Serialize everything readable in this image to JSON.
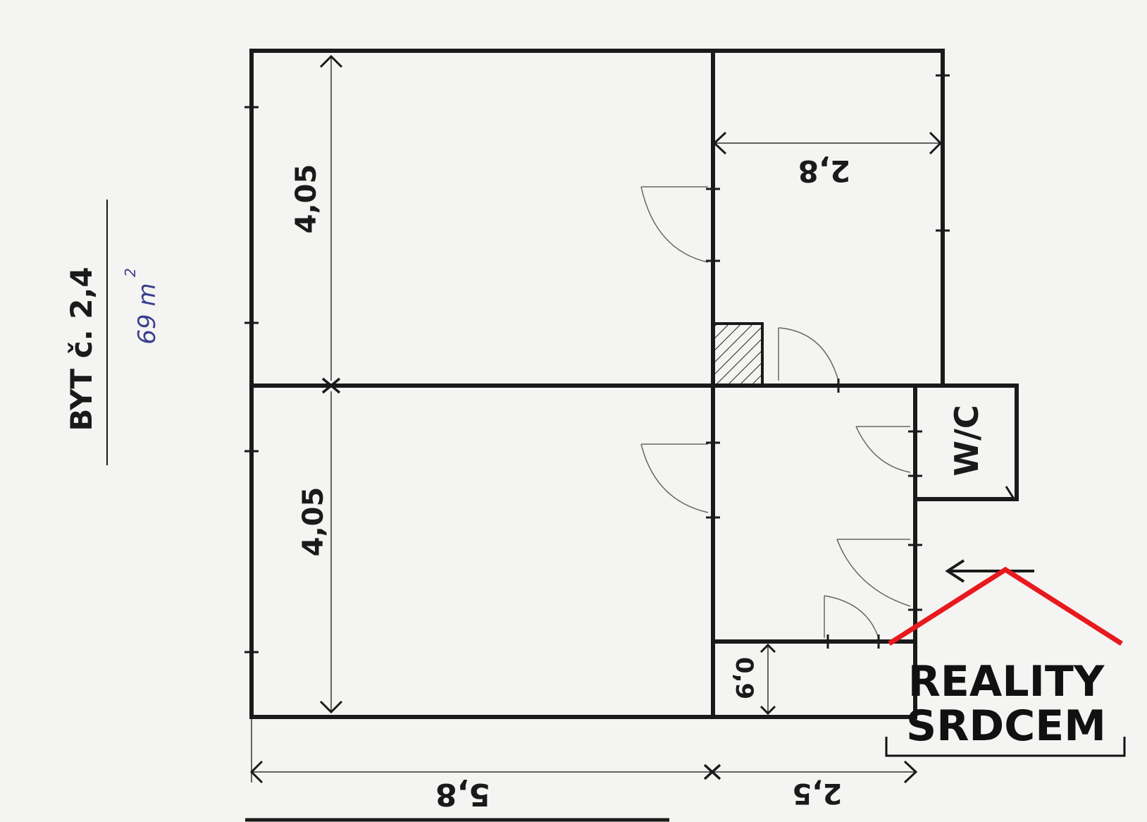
{
  "plan": {
    "title": "BYT č. 2,4",
    "area_value": "69 m",
    "area_sup": "2",
    "room_label_wc": "W/C"
  },
  "dimensions": {
    "upper_height": "4,05",
    "lower_height": "4,05",
    "upper_right_width": "2,8",
    "bottom_left_width": "5,8",
    "bottom_right_width": "2,5",
    "small_room_height": "0,9"
  },
  "logo": {
    "line1": "REALITY",
    "line2": "SRDCEM",
    "roof_color": "#e8191e",
    "text_color": "#111111"
  },
  "colors": {
    "paper": "#f4f4f2",
    "ink": "#1a1a1a",
    "blue_ink": "#3b3f8c"
  }
}
